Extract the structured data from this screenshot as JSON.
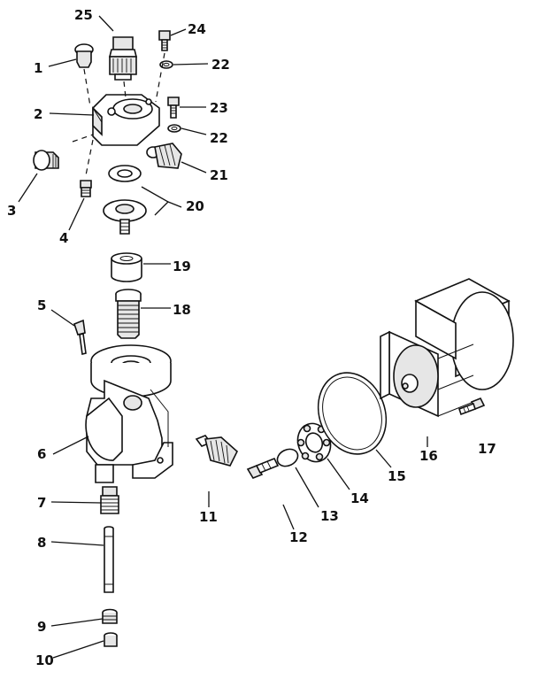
{
  "labels": {
    "l1": "1",
    "l2": "2",
    "l3": "3",
    "l4": "4",
    "l5": "5",
    "l6": "6",
    "l7": "7",
    "l8": "8",
    "l9": "9",
    "l10": "10",
    "l11": "11",
    "l12": "12",
    "l13": "13",
    "l14": "14",
    "l15": "15",
    "l16": "16",
    "l17": "17",
    "l18": "18",
    "l19": "19",
    "l20": "20",
    "l21": "21",
    "l22a": "22",
    "l22b": "22",
    "l23": "23",
    "l24": "24",
    "l25": "25"
  }
}
